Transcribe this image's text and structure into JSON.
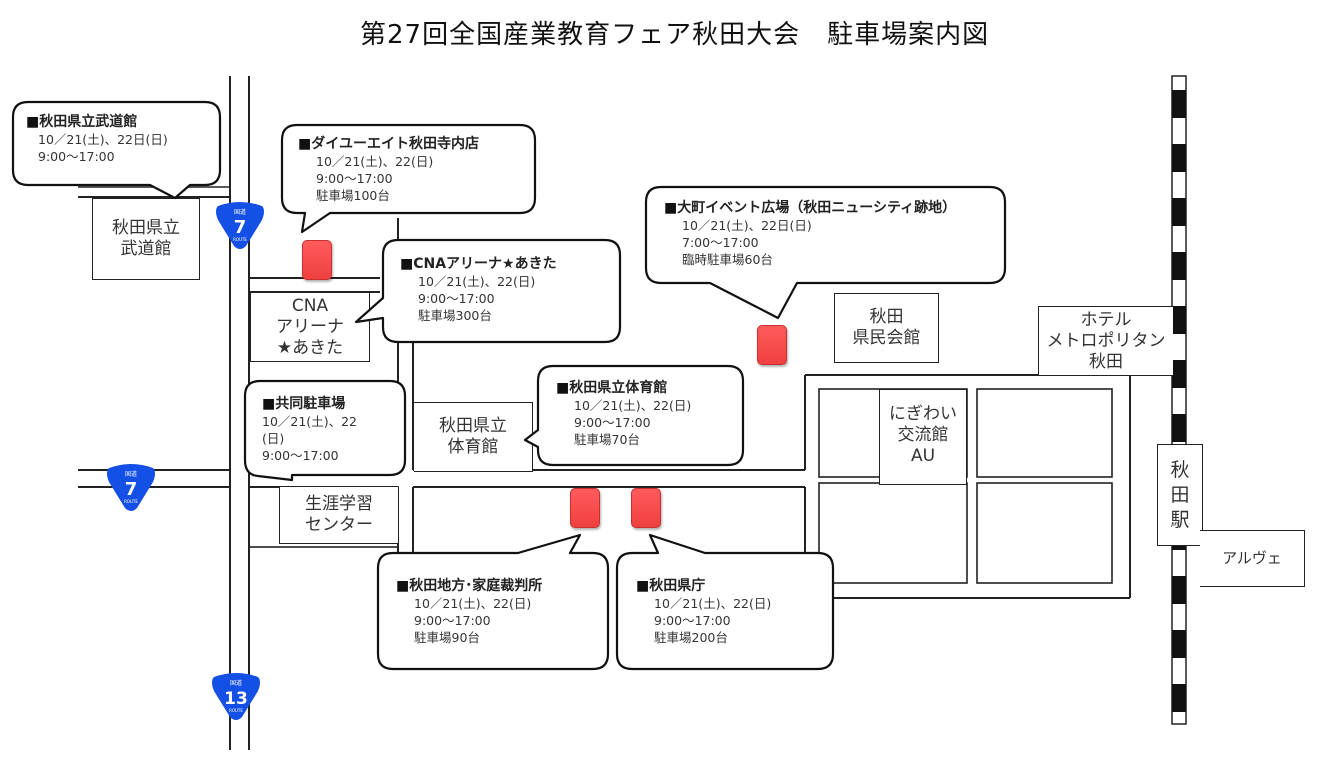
{
  "title": "第27回全国産業教育フェア秋田大会　駐車場案内図",
  "buildings": {
    "budokan": "秋田県立\n武道館",
    "cna_arena": "CNA\nアリーナ\n★あきた",
    "kenmin_kaikan": "秋田\n県民会館",
    "hotel": "ホテル\nメトロポリタン\n秋田",
    "taiikukan": "秋田県立\n体育館",
    "shogai": "生涯学習\nセンター",
    "nigiwai": "にぎわい\n交流館\nAU",
    "station": "秋\n田\n駅",
    "alve": "アルヴェ"
  },
  "parking": [
    {
      "id": "budokan",
      "name": "秋田県立武道館",
      "lines": [
        "10／21(土)、22日(日)",
        "9:00～17:00"
      ]
    },
    {
      "id": "daiyu",
      "name": "ダイユーエイト秋田寺内店",
      "lines": [
        "10／21(土)、22(日)",
        "9:00～17:00",
        "駐車場100台"
      ]
    },
    {
      "id": "cna",
      "name": "CNAアリーナ★あきた",
      "lines": [
        "10／21(土)、22(日)",
        "9:00～17:00",
        "駐車場300台"
      ]
    },
    {
      "id": "omachi",
      "name": "大町イベント広場（秋田ニューシティ跡地）",
      "lines": [
        "10／21(土)、22日(日)",
        "7:00～17:00",
        "臨時駐車場60台"
      ]
    },
    {
      "id": "kyodo",
      "name": "共同駐車場",
      "lines": [
        "10／21(土)、22",
        "(日)",
        "9:00～17:00"
      ]
    },
    {
      "id": "taiikukan",
      "name": "秋田県立体育館",
      "lines": [
        "10／21(土)、22(日)",
        "9:00～17:00",
        "駐車場70台"
      ]
    },
    {
      "id": "court",
      "name": "秋田地方･家庭裁判所",
      "lines": [
        "10／21(土)、22(日)",
        "9:00～17:00",
        "駐車場90台"
      ]
    },
    {
      "id": "kencho",
      "name": "秋田県庁",
      "lines": [
        "10／21(土)、22(日)",
        "9:00～17:00",
        "駐車場200台"
      ]
    }
  ],
  "routes": [
    {
      "id": "route7-north",
      "number": "7",
      "label_top": "国道",
      "label_bottom": "ROUTE"
    },
    {
      "id": "route7-west",
      "number": "7",
      "label_top": "国道",
      "label_bottom": "ROUTE"
    },
    {
      "id": "route13",
      "number": "13",
      "label_top": "国道",
      "label_bottom": "ROUTE"
    }
  ],
  "colors": {
    "parking_marker": "#f04848",
    "route_shield": "#1450e6"
  }
}
